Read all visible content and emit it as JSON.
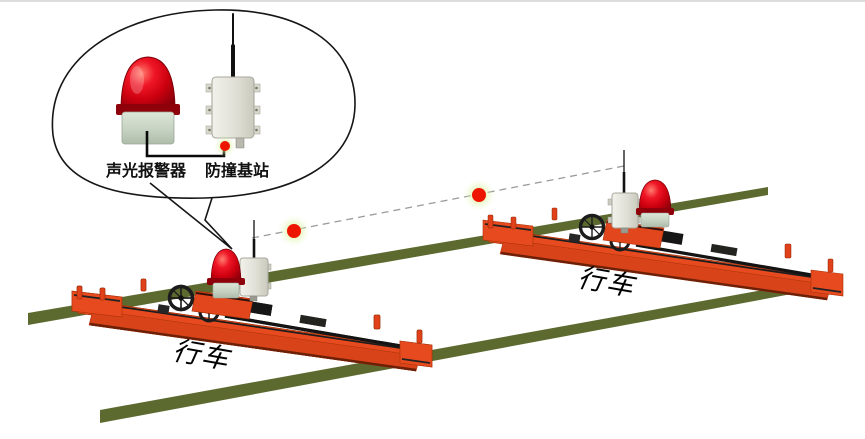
{
  "diagram": {
    "callout": {
      "alarm_label": "声光报警器",
      "station_label": "防撞基站"
    },
    "cranes": [
      {
        "label": "行车"
      },
      {
        "label": "行车"
      }
    ],
    "colors": {
      "crane_orange": "#e64a1e",
      "rail_green": "#5c6a30",
      "beacon_red": "#cf0a12",
      "signal_red": "#ee1500",
      "glow_green": "#d9efa8",
      "box_gray": "#e2e2d8",
      "dashed_line": "#9b9b9b",
      "text_black": "#111111"
    }
  }
}
